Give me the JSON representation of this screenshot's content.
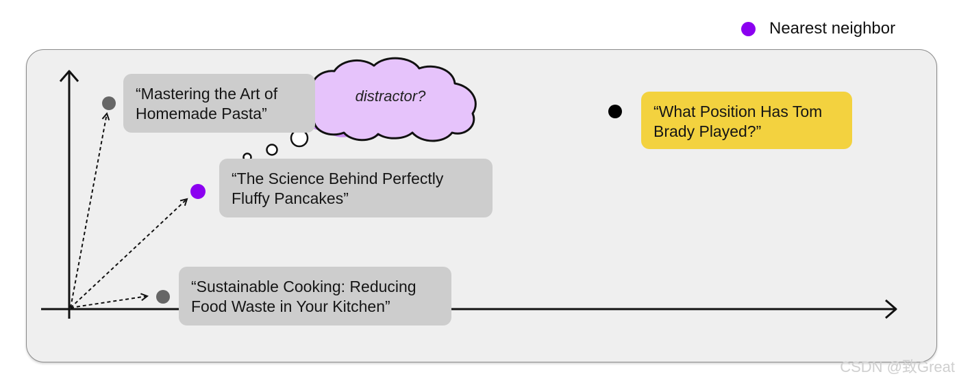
{
  "legend": {
    "label": "Nearest neighbor",
    "dot_color": "#8b00f0"
  },
  "documents": [
    {
      "id": "pasta",
      "text": "“Mastering the Art of Homemade Pasta”",
      "point_color": "#666666"
    },
    {
      "id": "pancakes",
      "text": "“The Science Behind Perfectly Fluffy Pancakes”",
      "point_color": "#8b00f0",
      "nearest_neighbor": true
    },
    {
      "id": "cooking",
      "text": "“Sustainable Cooking: Reducing Food Waste in Your Kitchen”",
      "point_color": "#666666"
    }
  ],
  "query": {
    "text": "“What Position Has Tom Brady Played?”",
    "point_color": "#000000",
    "card_color": "#f3d23f"
  },
  "thought": {
    "text": "distractor?",
    "fill": "#e6c3fb",
    "shade": "#c98cf2"
  },
  "watermark": "CSDN @致Great"
}
